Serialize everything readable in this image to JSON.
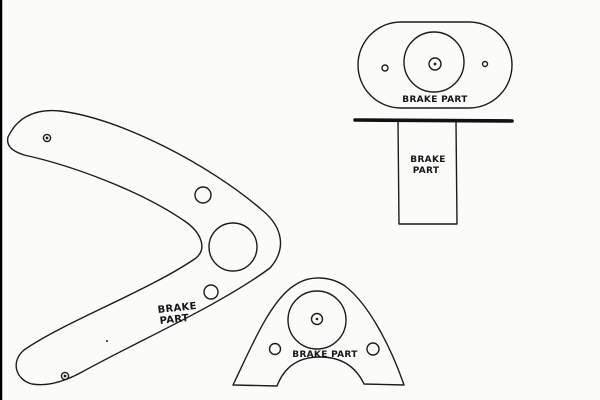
{
  "labels": {
    "top_oval": "BRAKE PART",
    "side_block_line1": "BRAKE",
    "side_block_line2": "PART",
    "arm_line1": "BRAKE",
    "arm_line2": "PART",
    "bracket": "BRAKE PART"
  }
}
